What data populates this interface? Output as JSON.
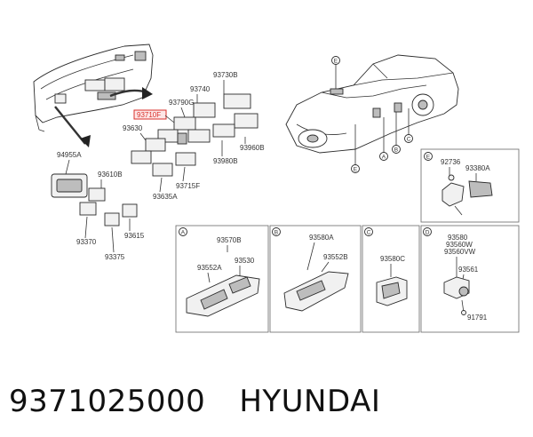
{
  "labels": {
    "l94955A": "94955A",
    "l93610B": "93610B",
    "l93370": "93370",
    "l93615": "93615",
    "l93375": "93375",
    "l93730B": "93730B",
    "l93740": "93740",
    "l93790G": "93790G",
    "l93710F": "93710F",
    "l93630": "93630",
    "l93960B": "93960B",
    "l93980B": "93980B",
    "l93715F": "93715F",
    "l93635A": "93635A",
    "l92736": "92736",
    "l93380A": "93380A",
    "l93570B": "93570B",
    "l93552A": "93552A",
    "l93530": "93530",
    "l93580A": "93580A",
    "l93552B": "93552B",
    "l93580C": "93580C",
    "l93580": "93580",
    "l93560W": "93560W",
    "l93560VW": "93560VW",
    "l93561": "93561",
    "l91791": "91791"
  },
  "panels": {
    "a": "A",
    "b": "B",
    "c": "C",
    "d": "D",
    "e": "E"
  },
  "caption": {
    "part_number": "9371025000",
    "brand": "HYUNDAI"
  },
  "colors": {
    "highlight": "#d9302b",
    "highlight_fill": "#fde6e6"
  }
}
